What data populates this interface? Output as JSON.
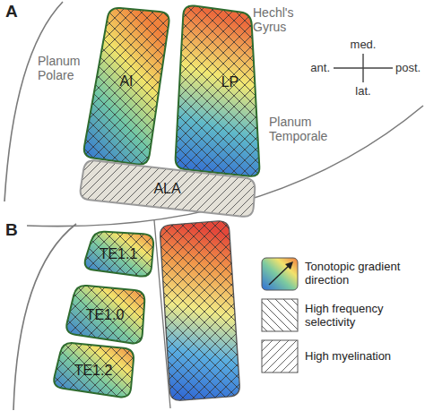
{
  "diagram": {
    "nodes": [
      {
        "text": [
          "AI"
        ]
      },
      {
        "text": [
          "LP"
        ]
      },
      {
        "text": [
          "ALA"
        ]
      },
      {
        "text": [
          "TE1.1"
        ]
      },
      {
        "text": [
          "TE1.0"
        ]
      },
      {
        "text": [
          "TE1.2"
        ]
      }
    ],
    "labels": [
      "A",
      "Hechl's Gyrus",
      "Planum Polare",
      "med.",
      "ant.",
      "post.",
      "lat.",
      "Planum Temporale",
      "B"
    ],
    "legend": [
      {
        "text": "Tonotopic gradient direction"
      },
      {
        "text": "High frequency selectivity"
      },
      {
        "text": "High myelination"
      }
    ]
  }
}
